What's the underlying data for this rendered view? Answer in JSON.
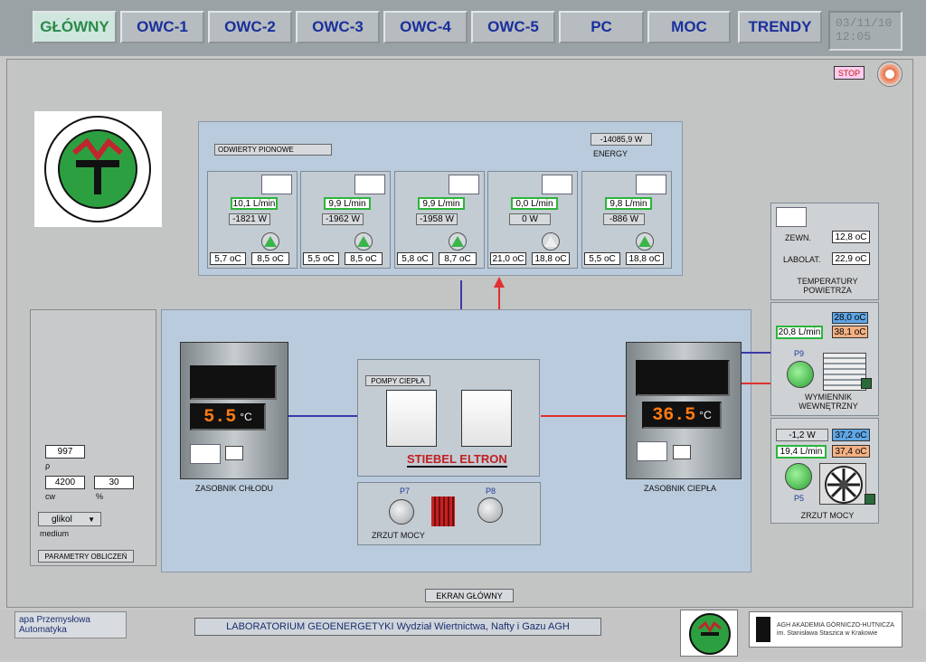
{
  "nav": {
    "tabs": [
      "GŁÓWNY",
      "OWC-1",
      "OWC-2",
      "OWC-3",
      "OWC-4",
      "OWC-5",
      "PC",
      "MOC",
      "TRENDY"
    ],
    "active": "GŁÓWNY"
  },
  "clock": {
    "line1": "03/11/10",
    "line2": "12:05"
  },
  "stop_label": "STOP",
  "wells": {
    "title": "ODWIERTY PIONOWE",
    "energy_label": "ENERGY",
    "energy_value": "-14085,9 W",
    "items": [
      {
        "flow": "10,1 L/min",
        "power": "-1821 W",
        "t1": "5,7 oC",
        "t2": "8,5 oC"
      },
      {
        "flow": "9,9 L/min",
        "power": "-1962 W",
        "t1": "5,5 oC",
        "t2": "8,5 oC"
      },
      {
        "flow": "9,9 L/min",
        "power": "-1958 W",
        "t1": "5,8 oC",
        "t2": "8,7 oC"
      },
      {
        "flow": "0,0 L/min",
        "power": "0 W",
        "t1": "21,0 oC",
        "t2": "18,8 oC"
      },
      {
        "flow": "9,8 L/min",
        "power": "-886 W",
        "t1": "5,5 oC",
        "t2": "18,8 oC"
      }
    ]
  },
  "cold_tank": {
    "label": "ZASOBNIK CHŁODU",
    "temp": "5.5",
    "unit": "°C"
  },
  "heat_tank": {
    "label": "ZASOBNIK CIEPŁA",
    "temp": "36.5",
    "unit": "°C"
  },
  "heat_pumps": {
    "label": "POMPY CIEPŁA",
    "brand": "STIEBEL ELTRON"
  },
  "load_dump": {
    "label": "ZRZUT MOCY",
    "p7": "P7",
    "p8": "P8"
  },
  "air_temp": {
    "title": "TEMPERATURY POWIETRZA",
    "ext_label": "ZEWN.",
    "ext_value": "12,8 oC",
    "lab_label": "LABOLAT.",
    "lab_value": "22,9 oC"
  },
  "inner_exchanger": {
    "title": "WYMIENNIK WEWNĘTRZNY",
    "flow": "20,8 L/min",
    "t_top": "28,0 oC",
    "t_bottom": "38,1 oC",
    "pump": "P9"
  },
  "power_dump": {
    "title": "ZRZUT MOCY",
    "power": "-1,2 W",
    "t_top": "37,2 oC",
    "flow": "19,4 L/min",
    "t_bottom": "37,4 oC",
    "pump": "P5"
  },
  "params": {
    "title": "PARAMETRY OBLICZEŃ",
    "rho_value": "997",
    "rho_label": "ρ",
    "cw_value": "4200",
    "cw_label": "cw",
    "pct_value": "30",
    "pct_label": "%",
    "medium_value": "glikol",
    "medium_label": "medium"
  },
  "screen_label": "EKRAN GŁÓWNY",
  "footer": {
    "apa_logo": "apa Przemysłowa Automatyka",
    "lab_title": "LABORATORIUM GEOENERGETYKI Wydział Wiertnictwa, Nafty i Gazu AGH",
    "agh_text": "AGH AKADEMIA GÓRNICZO-HUTNICZA im. Stanisława Staszica w Krakowie"
  },
  "colors": {
    "cold_line": "#3a3aa8",
    "hot_line": "#e03030",
    "panel_bg": "#b9cbdc",
    "accent_green": "#2cb53a"
  }
}
